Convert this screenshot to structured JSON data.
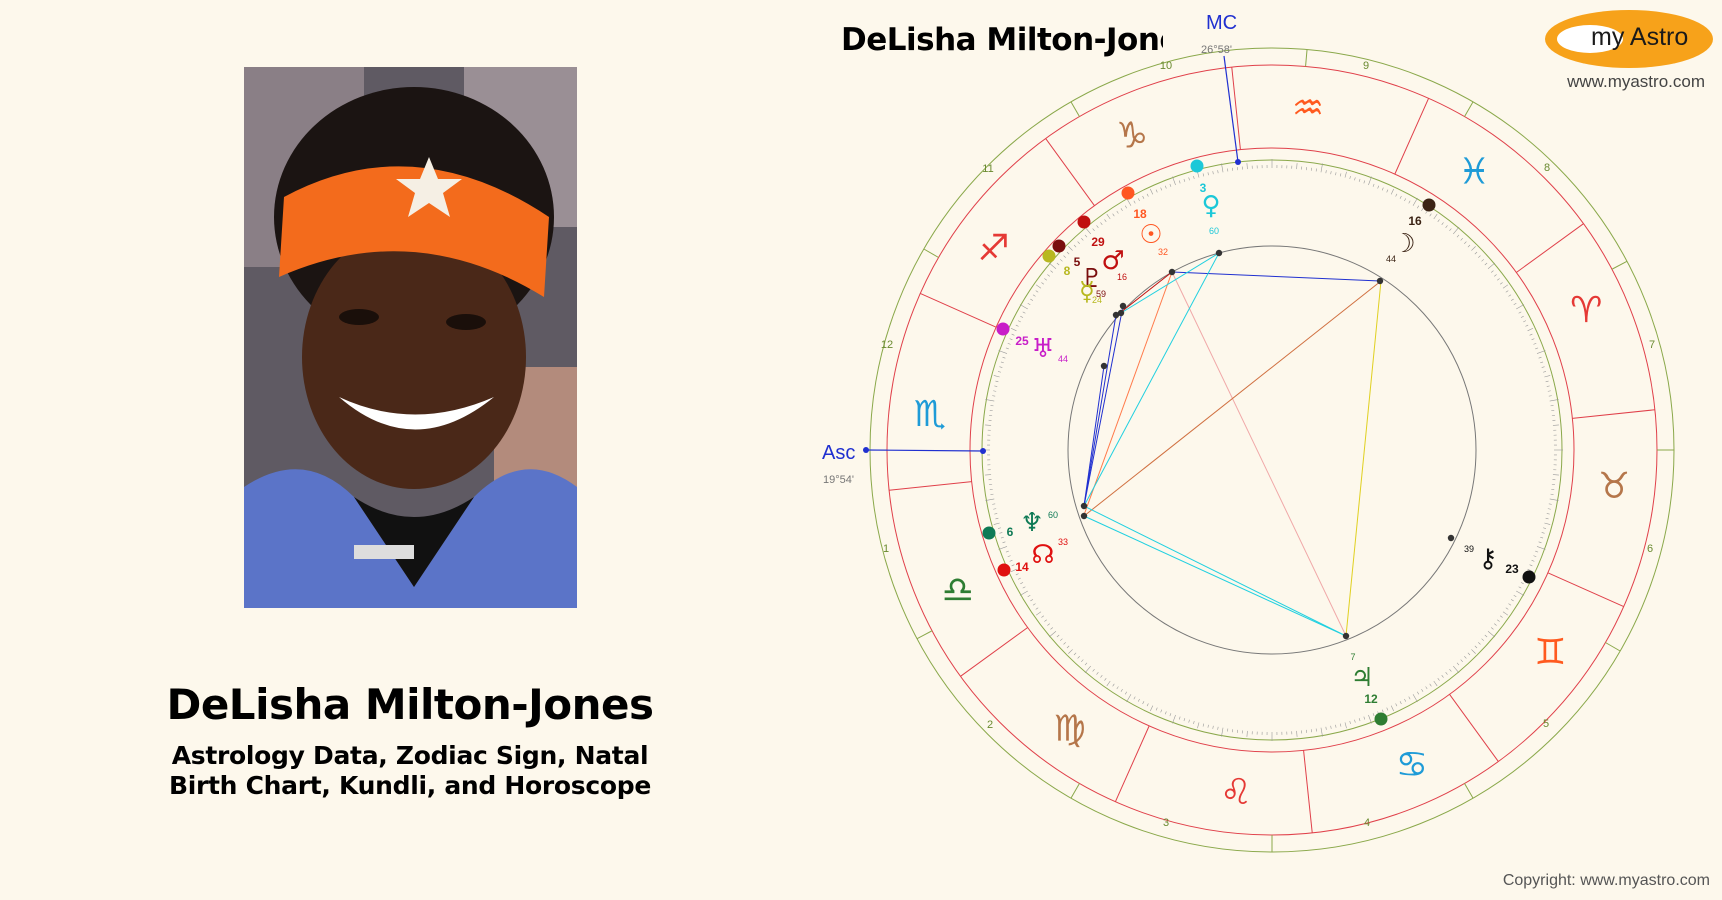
{
  "person": {
    "name": "DeLisha Milton-Jones",
    "subtitle_line1": "Astrology Data, Zodiac Sign, Natal",
    "subtitle_line2": "Birth Chart, Kundli, and Horoscope"
  },
  "chart": {
    "title": "DeLisha Milton-Jones",
    "mc_label": "MC",
    "mc_degree": "26°58'",
    "asc_label": "Asc",
    "asc_degree": "19°54'",
    "house_numbers": [
      "1",
      "2",
      "3",
      "4",
      "5",
      "6",
      "7",
      "8",
      "9",
      "10",
      "11",
      "12"
    ],
    "signs": [
      {
        "name": "aries",
        "glyph": "♈",
        "color": "#e53935"
      },
      {
        "name": "taurus",
        "glyph": "♉",
        "color": "#b5764a"
      },
      {
        "name": "gemini",
        "glyph": "♊",
        "color": "#ff5a1f"
      },
      {
        "name": "cancer",
        "glyph": "♋",
        "color": "#1e9bd7"
      },
      {
        "name": "leo",
        "glyph": "♌",
        "color": "#e53935"
      },
      {
        "name": "virgo",
        "glyph": "♍",
        "color": "#b5764a"
      },
      {
        "name": "libra",
        "glyph": "♎",
        "color": "#2e7d32"
      },
      {
        "name": "scorpio",
        "glyph": "♏",
        "color": "#1e9bd7"
      },
      {
        "name": "sagittarius",
        "glyph": "♐",
        "color": "#e53935"
      },
      {
        "name": "capricorn",
        "glyph": "♑",
        "color": "#b5764a"
      },
      {
        "name": "aquarius",
        "glyph": "♒",
        "color": "#ff5a1f"
      },
      {
        "name": "pisces",
        "glyph": "♓",
        "color": "#1e9bd7"
      }
    ],
    "planets": [
      {
        "name": "moon",
        "glyph": "☽",
        "deg": "16",
        "min": "44",
        "color": "#3b2314"
      },
      {
        "name": "venus",
        "glyph": "♀",
        "deg": "3",
        "min": "60",
        "color": "#1cc8d8"
      },
      {
        "name": "sun",
        "glyph": "☉",
        "deg": "18",
        "min": "32",
        "color": "#ff5722"
      },
      {
        "name": "mars",
        "glyph": "♂",
        "deg": "29",
        "min": "16",
        "color": "#c01010"
      },
      {
        "name": "pluto",
        "glyph": "♇",
        "deg": "5",
        "min": "59",
        "color": "#7a0e0e"
      },
      {
        "name": "mercury",
        "glyph": "☿",
        "deg": "8",
        "min": "24",
        "color": "#b8b820"
      },
      {
        "name": "uranus",
        "glyph": "♅",
        "deg": "25",
        "min": "44",
        "color": "#c81ec8"
      },
      {
        "name": "neptune",
        "glyph": "♆",
        "deg": "6",
        "min": "60",
        "color": "#0e7a55"
      },
      {
        "name": "node",
        "glyph": "☊",
        "deg": "14",
        "min": "33",
        "color": "#e01010"
      },
      {
        "name": "jupiter",
        "glyph": "♃",
        "deg": "12",
        "min": "7",
        "color": "#2e7d32"
      },
      {
        "name": "chiron",
        "glyph": "⚷",
        "deg": "23",
        "min": "39",
        "color": "#111111"
      }
    ]
  },
  "logo": {
    "text": "my Astro",
    "url": "www.myastro.com"
  },
  "footer": {
    "copyright": "Copyright: www.myastro.com"
  }
}
